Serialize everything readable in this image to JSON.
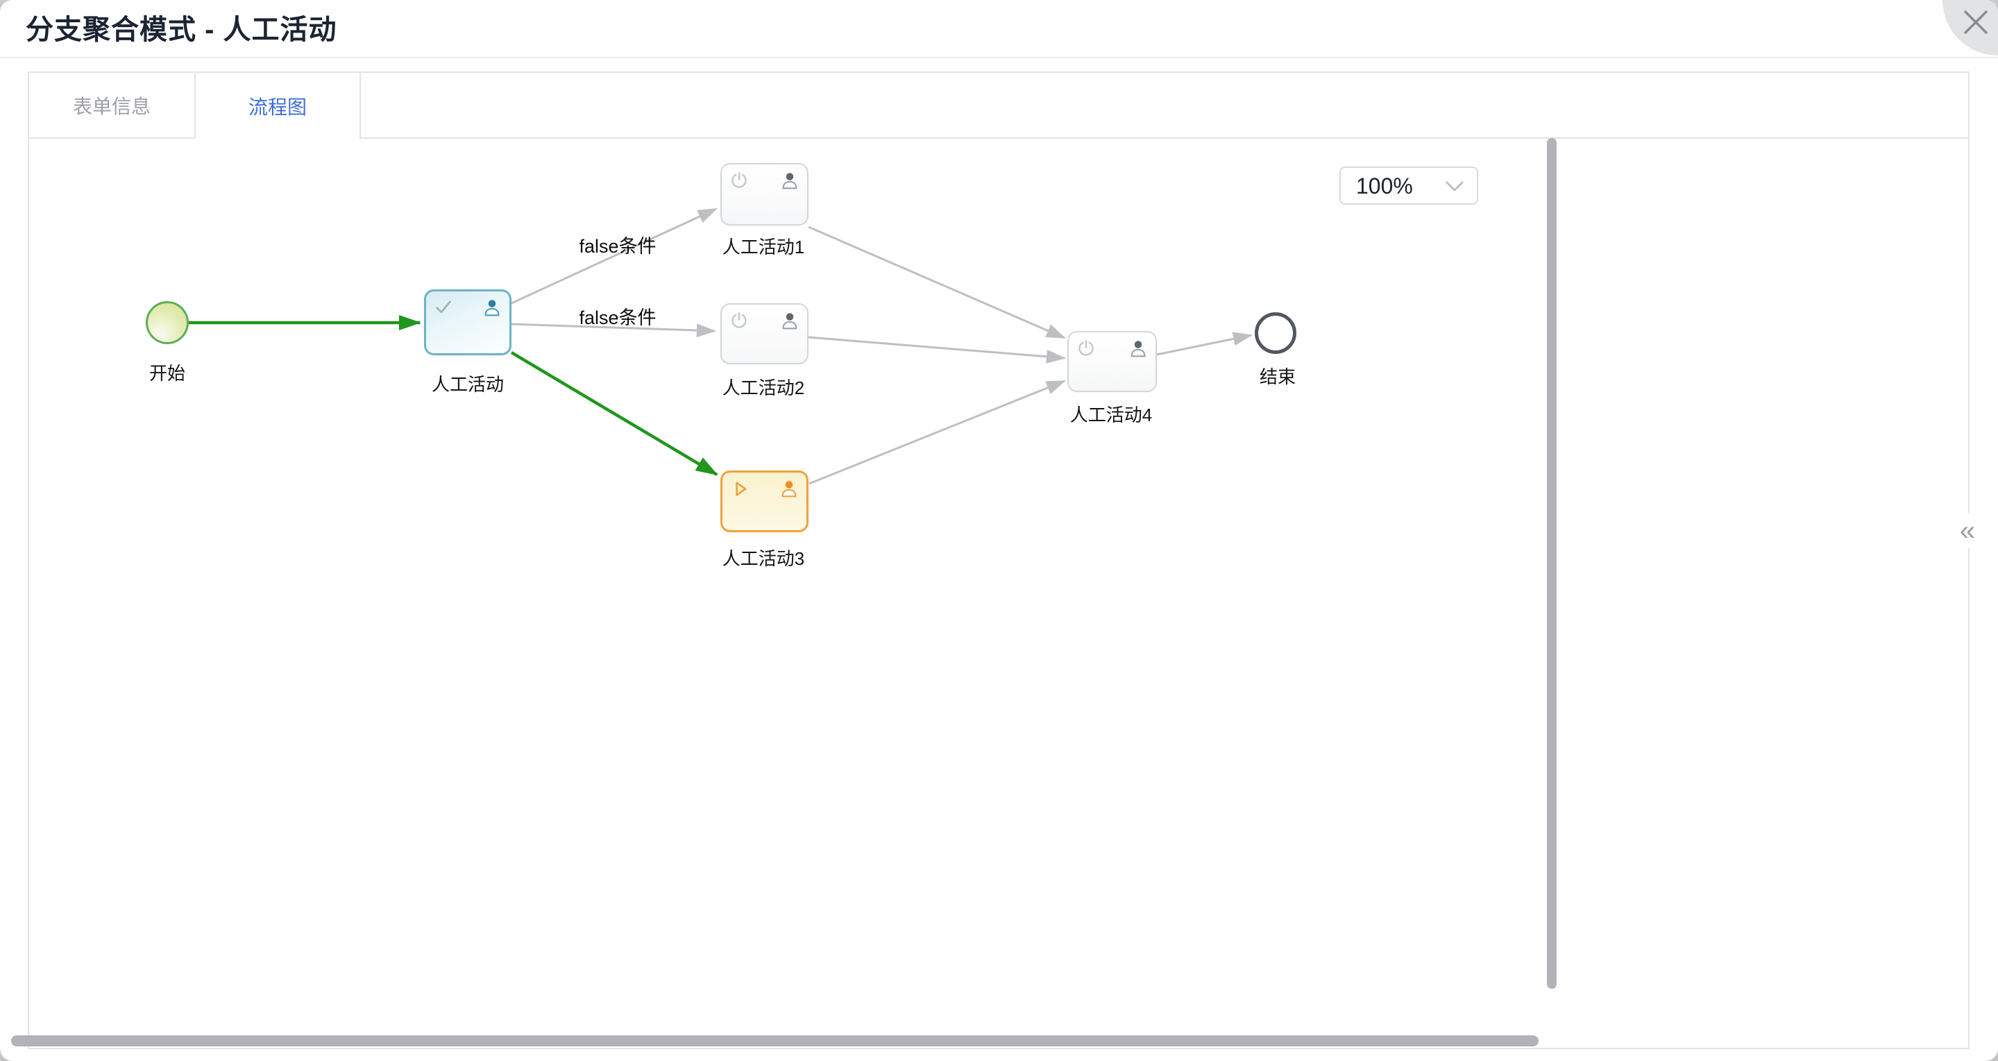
{
  "window": {
    "title": "分支聚合模式 - 人工活动"
  },
  "tabs": [
    {
      "label": "表单信息",
      "active": false
    },
    {
      "label": "流程图",
      "active": true
    }
  ],
  "canvas_toolbar": {
    "zoom_value": "100%"
  },
  "right_panel": {
    "collapse_icon": "«"
  },
  "diagram": {
    "nodes": [
      {
        "id": "start",
        "type": "start-event",
        "label": "开始",
        "state": "taken"
      },
      {
        "id": "activity",
        "type": "user-task",
        "label": "人工活动",
        "state": "completed"
      },
      {
        "id": "activity1",
        "type": "user-task",
        "label": "人工活动1",
        "state": "default"
      },
      {
        "id": "activity2",
        "type": "user-task",
        "label": "人工活动2",
        "state": "default"
      },
      {
        "id": "activity3",
        "type": "user-task",
        "label": "人工活动3",
        "state": "in-progress"
      },
      {
        "id": "activity4",
        "type": "user-task",
        "label": "人工活动4",
        "state": "default"
      },
      {
        "id": "end",
        "type": "end-event",
        "label": "结束",
        "state": "default"
      }
    ],
    "edges": [
      {
        "from": "开始",
        "to": "人工活动",
        "label": "",
        "style": "taken"
      },
      {
        "from": "人工活动",
        "to": "人工活动1",
        "label": "false条件",
        "style": "normal"
      },
      {
        "from": "人工活动",
        "to": "人工活动2",
        "label": "false条件",
        "style": "normal"
      },
      {
        "from": "人工活动",
        "to": "人工活动3",
        "label": "",
        "style": "taken"
      },
      {
        "from": "人工活动1",
        "to": "人工活动4",
        "label": "",
        "style": "normal"
      },
      {
        "from": "人工活动2",
        "to": "人工活动4",
        "label": "",
        "style": "normal"
      },
      {
        "from": "人工活动3",
        "to": "人工活动4",
        "label": "",
        "style": "normal"
      },
      {
        "from": "人工活动4",
        "to": "结束",
        "label": "",
        "style": "normal"
      }
    ]
  },
  "colors": {
    "accent_blue": "#3d6ed8",
    "flow_taken_green": "#21961e",
    "edge_gray": "#bdbfc3",
    "task_completed_teal": "#6cb3c6",
    "task_active_orange": "#f0a23c",
    "start_green": "#5eae53"
  }
}
